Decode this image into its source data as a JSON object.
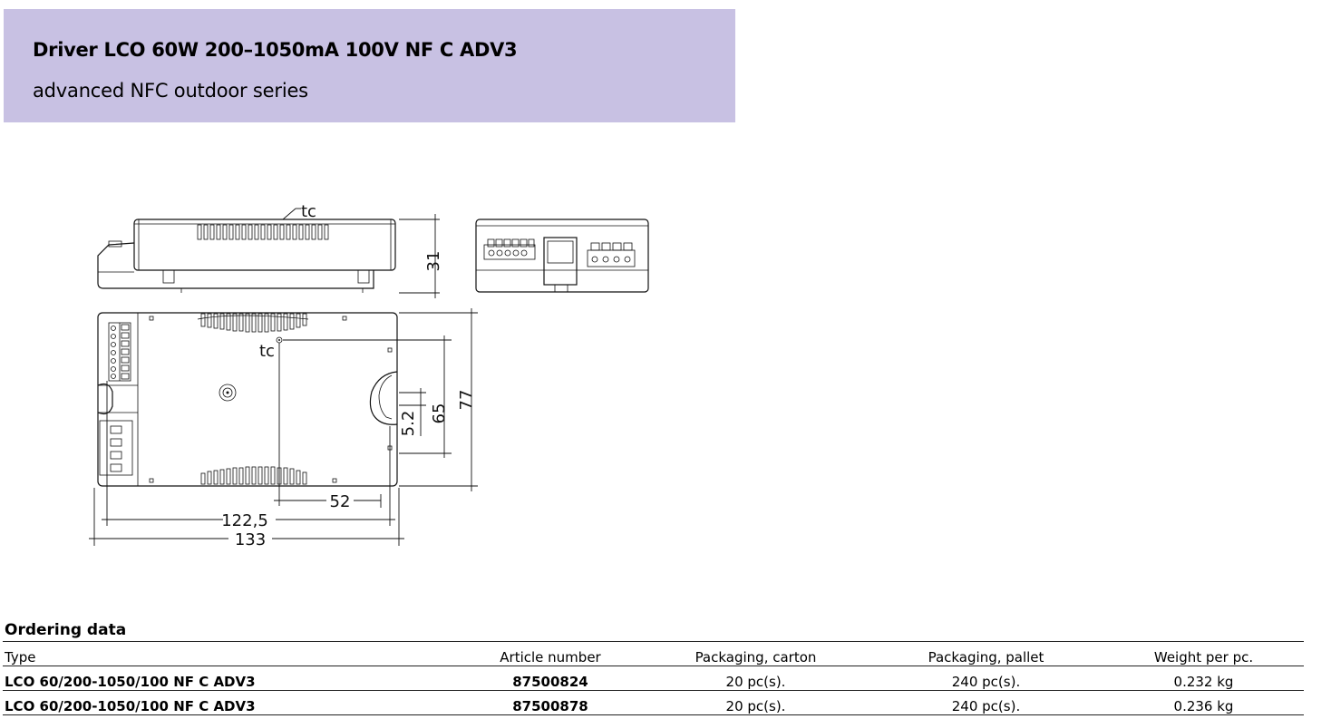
{
  "header": {
    "title": "Driver LCO 60W 200–1050mA 100V NF C ADV3",
    "subtitle": "advanced NFC outdoor series",
    "background_color": "#c8c1e3"
  },
  "drawing": {
    "labels": {
      "tc_side": "tc",
      "tc_top": "tc",
      "height": "31",
      "width_total": "77",
      "width_inner": "65",
      "slot": "5.2",
      "tc_offset": "52",
      "hole_distance": "122,5",
      "length_total": "133"
    }
  },
  "ordering": {
    "title": "Ordering data",
    "columns": [
      "Type",
      "Article number",
      "Packaging, carton",
      "Packaging, pallet",
      "Weight per pc."
    ],
    "rows": [
      {
        "type": "LCO 60/200-1050/100 NF C ADV3",
        "article": "87500824",
        "carton": "20 pc(s).",
        "pallet": "240 pc(s).",
        "weight": "0.232 kg"
      },
      {
        "type": "LCO 60/200-1050/100 NF C ADV3",
        "article": "87500878",
        "carton": "20 pc(s).",
        "pallet": "240 pc(s).",
        "weight": "0.236 kg"
      }
    ]
  }
}
